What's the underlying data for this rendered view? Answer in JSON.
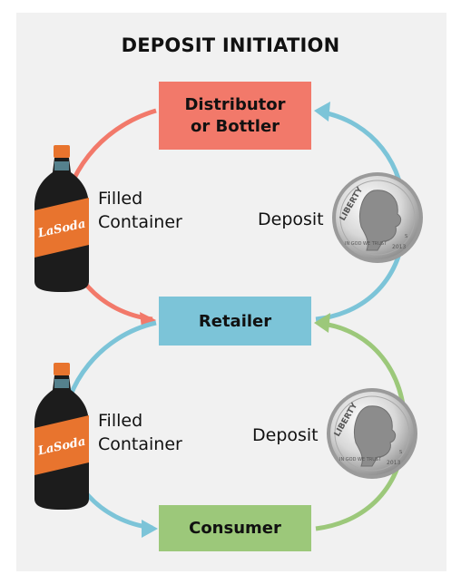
{
  "title": "DEPOSIT INITIATION",
  "nodes": {
    "distributor": "Distributor\nor Bottler",
    "retailer": "Retailer",
    "consumer": "Consumer"
  },
  "labels": {
    "top_left": [
      "Filled",
      "Container"
    ],
    "top_right": "Deposit",
    "bottom_left": [
      "Filled",
      "Container"
    ],
    "bottom_right": "Deposit"
  },
  "bottle_brand": "LaSoda",
  "coin": {
    "legend": "LIBERTY",
    "motto": "IN GOD WE TRUST",
    "year": "2013",
    "mint": "S"
  },
  "colors": {
    "distributor": "#f2796a",
    "retailer": "#7cc4d8",
    "consumer": "#9cc87a",
    "bottle_label": "#e8742e"
  }
}
